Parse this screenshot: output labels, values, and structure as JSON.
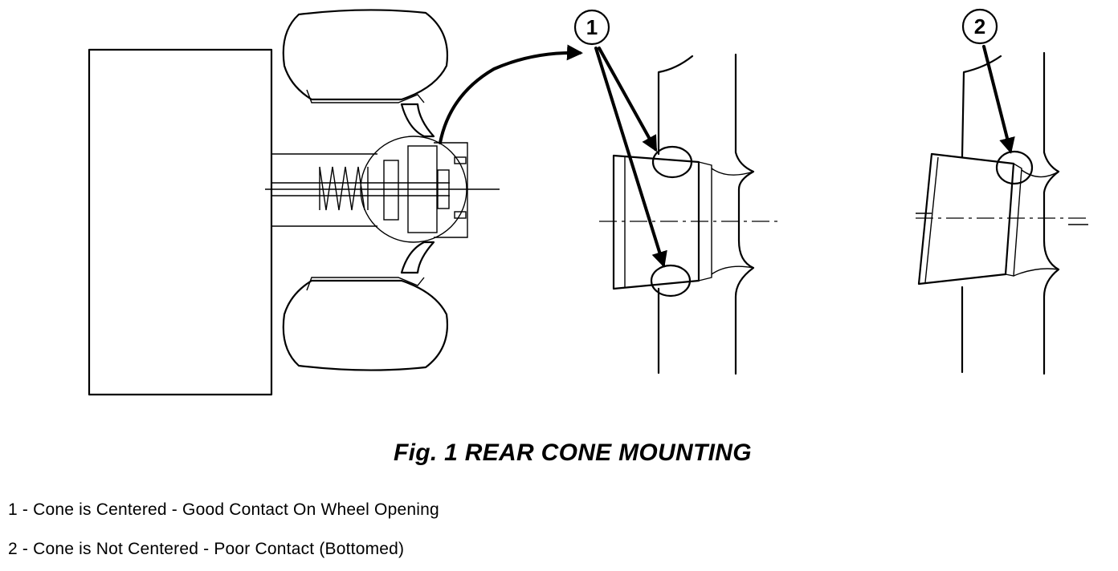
{
  "figure": {
    "caption": "Fig. 1 REAR CONE MOUNTING",
    "callouts": [
      {
        "number": "1"
      },
      {
        "number": "2"
      }
    ],
    "legend": [
      {
        "text": "1 - Cone is Centered - Good Contact On Wheel Opening"
      },
      {
        "text": "2 - Cone is Not Centered - Poor Contact (Bottomed)"
      }
    ]
  }
}
